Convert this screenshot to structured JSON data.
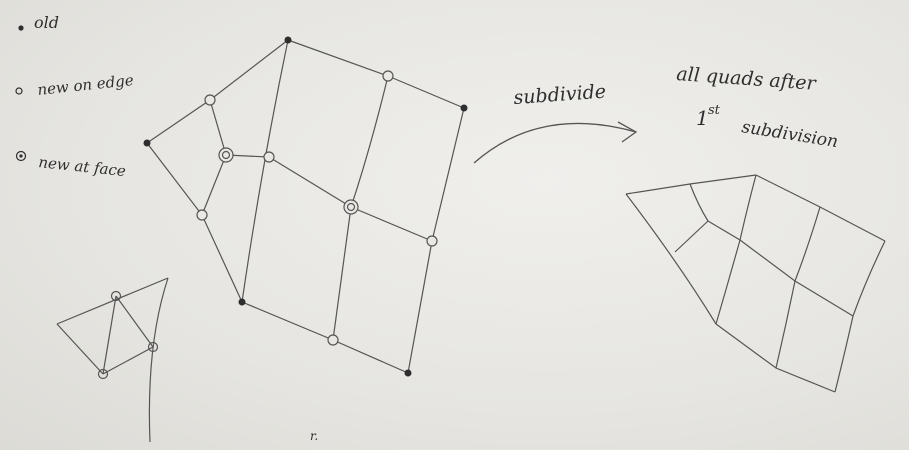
{
  "legend": {
    "old": "old",
    "new_on_edge": "new on edge",
    "new_at_face": "new at face"
  },
  "arrow_label": "subdivide",
  "caption": {
    "line1": "all quads after",
    "line2_prefix": "1",
    "line2_sup": "st",
    "line2_suffix": "subdivision"
  },
  "stray_mark": "r.",
  "colors": {
    "ink": "#2e2e2e",
    "pencil": "#555555",
    "faint": "#8a8a8a",
    "paper": "#e9e8e4"
  }
}
